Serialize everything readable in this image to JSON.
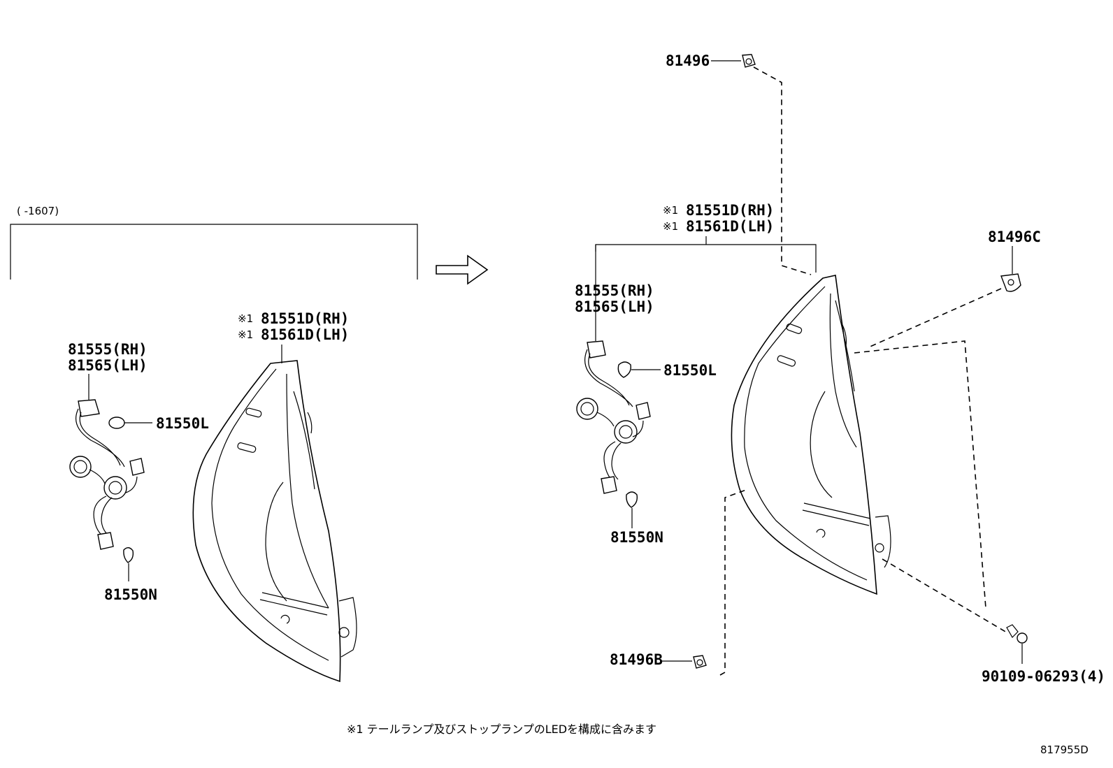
{
  "range_label": "(      -1607)",
  "labels": {
    "ref_81496": "81496",
    "ref_81496c": "81496C",
    "ref_81496b": "81496B",
    "ref_bolt": "90109-06293(4)",
    "marker_1": "※1",
    "lamp_rh": "81551D(RH)",
    "lamp_lh": "81561D(LH)",
    "socket_rh": "81555(RH)",
    "socket_lh": "81565(LH)",
    "bulb_l": "81550L",
    "bulb_n": "81550N"
  },
  "footnote": "※1 テールランプ及びストップランプのLEDを構成に含みます",
  "diagram_id": "817955D"
}
